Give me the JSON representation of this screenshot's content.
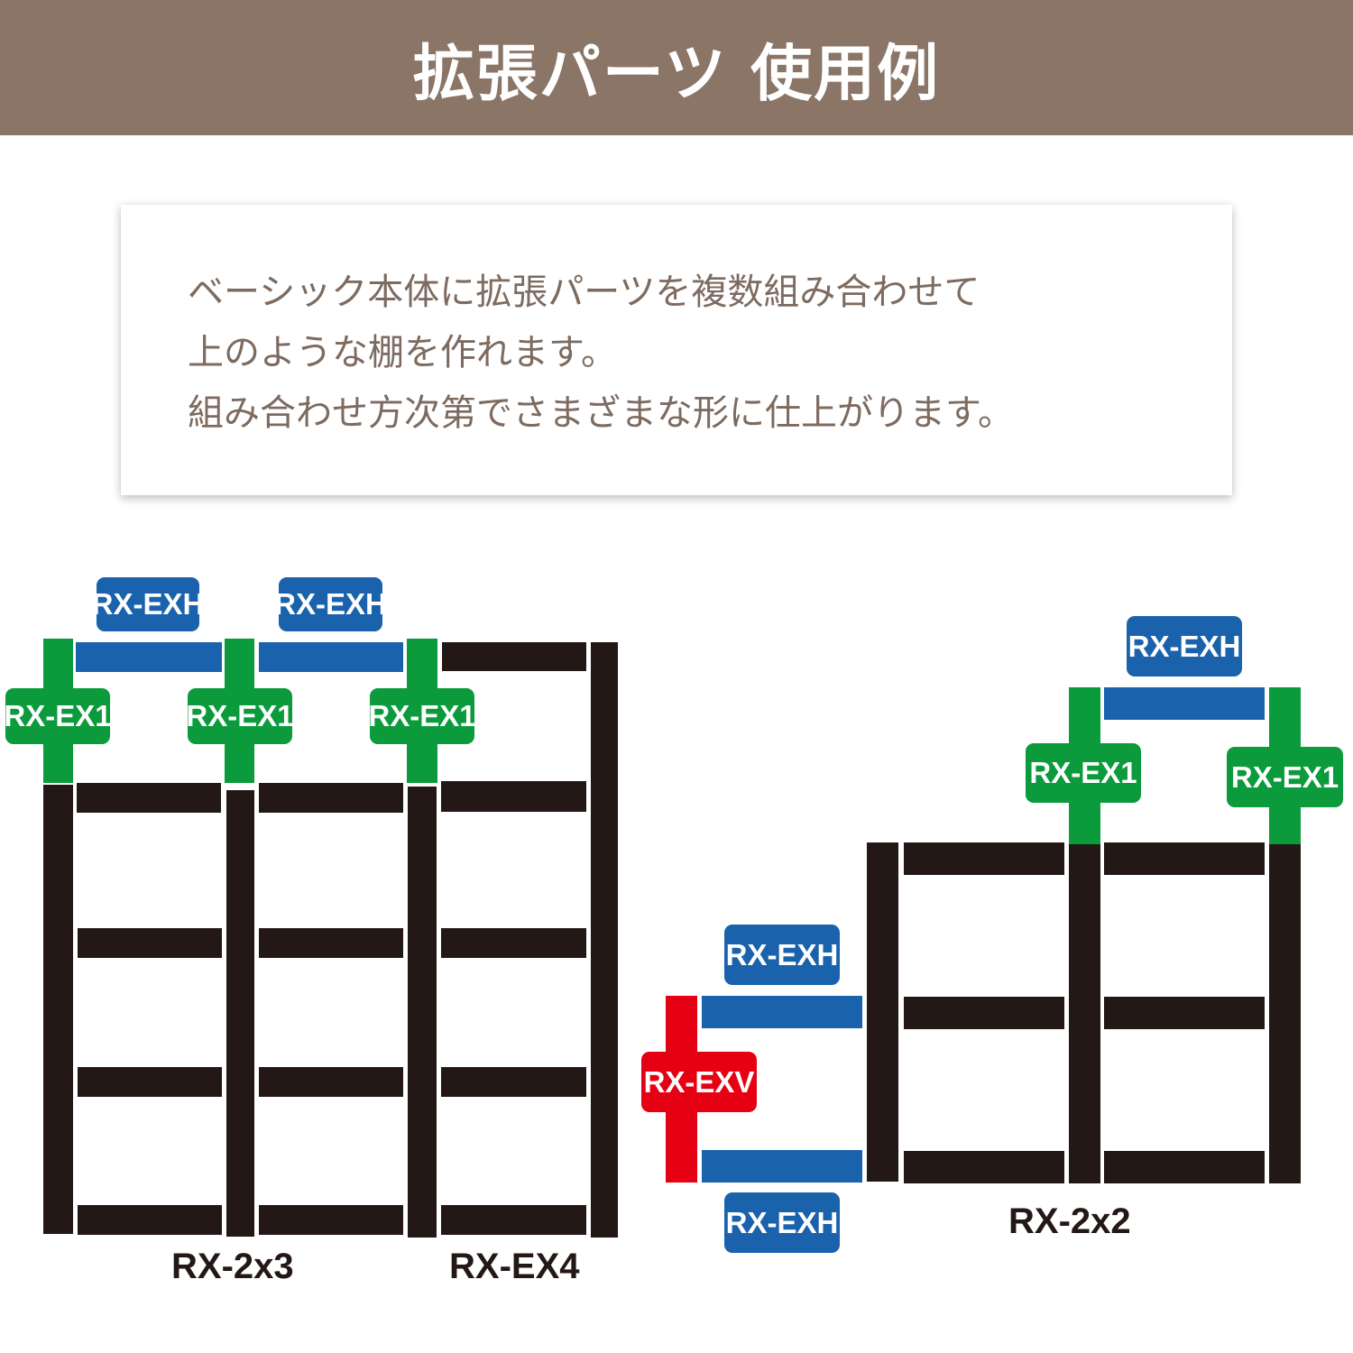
{
  "header": {
    "title": "拡張パーツ 使用例"
  },
  "description": {
    "lines": [
      "ベーシック本体に拡張パーツを複数組み合わせて",
      "上のような棚を作れます。",
      "組み合わせ方次第でさまざまな形に仕上がります。"
    ]
  },
  "colors": {
    "header_bg": "#8b7567",
    "text_brown": "#7d6b60",
    "shelf": "#231815",
    "exh_blue": "#1a62ac",
    "ex1_green": "#0b9a3c",
    "exv_red": "#e60013"
  },
  "diagram": {
    "left": {
      "tags": {
        "exh_1": "RX-EXH",
        "exh_2": "RX-EXH",
        "ex1_1": "RX-EX1",
        "ex1_2": "RX-EX1",
        "ex1_3": "RX-EX1"
      },
      "captions": {
        "base": "RX-2x3",
        "extension": "RX-EX4"
      }
    },
    "right": {
      "tags": {
        "exh_top": "RX-EXH",
        "ex1_left": "RX-EX1",
        "ex1_right": "RX-EX1",
        "exh_upper": "RX-EXH",
        "exv": "RX-EXV",
        "exh_lower": "RX-EXH"
      },
      "captions": {
        "base": "RX-2x2"
      }
    }
  }
}
